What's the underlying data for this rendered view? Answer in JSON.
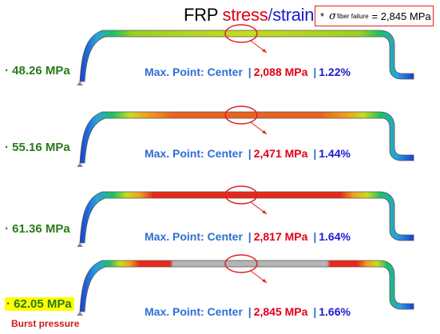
{
  "title": {
    "word1": "FRP",
    "word2": "stress",
    "separator": "/",
    "word3": "strain"
  },
  "note": {
    "prefix": "*",
    "sigma": "σ",
    "subscript": "fiber failure",
    "value": "= 2,845 MPa"
  },
  "rows": [
    {
      "pressure": "· 48.26 MPa",
      "label": "Max. Point: Center",
      "divider": "|",
      "stress": "2,088 MPa",
      "strain": "1.22%",
      "fill": "#c8dc1e"
    },
    {
      "pressure": "· 55.16 MPa",
      "label": "Max. Point: Center",
      "divider": "|",
      "stress": "2,471 MPa",
      "strain": "1.44%",
      "fill": "#e86420"
    },
    {
      "pressure": "· 61.36 MPa",
      "label": "Max. Point: Center",
      "divider": "|",
      "stress": "2,817 MPa",
      "strain": "1.64%",
      "fill": "#e82818"
    },
    {
      "pressure": "· 62.05 MPa",
      "label": "Max. Point: Center",
      "divider": "|",
      "stress": "2,845 MPa",
      "strain": "1.66%",
      "fill": "#b4b4b4",
      "burst_label": "Burst pressure"
    }
  ],
  "colors": {
    "pressure_text": "#2a7a1a",
    "stress_text": "#e0001a",
    "strain_text": "#1a1ad0",
    "label_text": "#2e6fd1",
    "marker_circle": "#e02020",
    "highlight": "#ffff00"
  }
}
